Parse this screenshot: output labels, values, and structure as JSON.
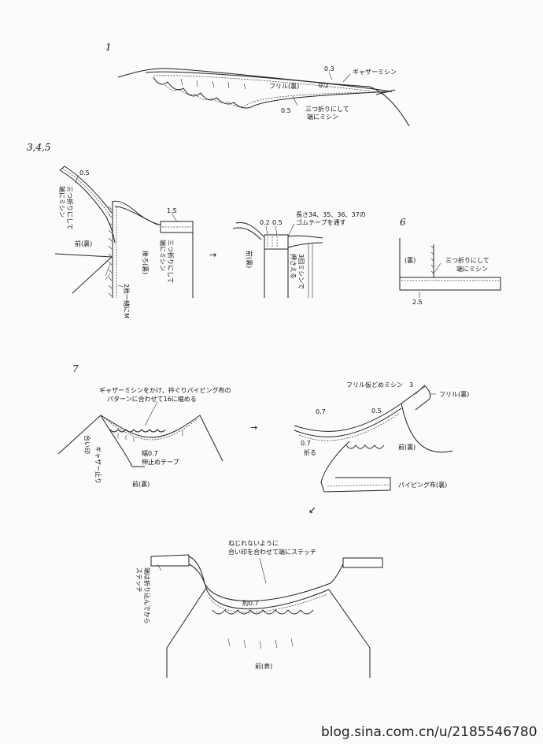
{
  "steps": {
    "s1": "1",
    "s345": "3,4,5",
    "s6": "6",
    "s7": "7"
  },
  "step1": {
    "m03": "0.3",
    "m02": "0.2",
    "m05": "0.5",
    "gather": "ギャザーミシン",
    "frill": "フリル(裏)",
    "hem1": "三つ折りにして",
    "hem2": "端にミシン"
  },
  "step345": {
    "m05": "0.5",
    "sideA1": "三つ折りにして",
    "sideA2": "端にミシン",
    "front": "前(裏)",
    "m15": "1.5",
    "sideB1": "三つ折りにして",
    "sideB2": "端にミシン",
    "back": "後ろ(裏)",
    "twoTog": "2枚一緒にM",
    "arrow": "→",
    "m02": "0.2",
    "m05b": "0.5",
    "elastic1": "長さ34、35、36、37の",
    "elastic2": "ゴムテープを通す",
    "front2": "前(裏)",
    "press1": "3回ミシンで",
    "press2": "押さえる"
  },
  "step6": {
    "ura": "(裏)",
    "hem1": "三つ折りにして",
    "hem2": "端にミシン",
    "m25": "2.5"
  },
  "step7": {
    "note1": "ギャザーミシンをかけ、衿ぐりパイピング布の",
    "note2": "パターンに合わせて16に縮める",
    "aiJirushi": "合い印",
    "gatherStop": "ギャザー止り",
    "width07": "幅0.7",
    "stayTape": "伸止めテープ",
    "front": "前(裏)",
    "arrow": "→",
    "tack": "フリル仮どめミシン",
    "m3": "3",
    "frill": "フリル(裏)",
    "m07": "0.7",
    "m05": "0.5",
    "fold07": "0.7",
    "fold": "折る",
    "front2": "前(裏)",
    "piping": "パイピング布(裏)",
    "arrowDown": "↙",
    "noTwist1": "ねじれないように",
    "noTwist2": "合い印を合わせて端にステッチ",
    "endFold1": "端は折り込んでから",
    "endFold2": "ステッチ",
    "approx07": "約0.7",
    "frontOmote": "前(表)"
  },
  "watermark": "blog.sina.com.cn/u/2185546780"
}
